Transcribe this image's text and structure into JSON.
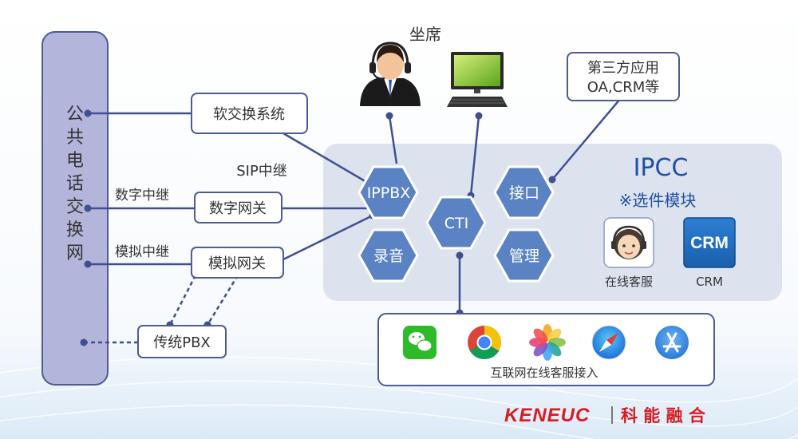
{
  "pstn": {
    "label": "公共电话交换网"
  },
  "boxes": {
    "soft_switch": "软交换系统",
    "digital_gateway": "数字网关",
    "analog_gateway": "模拟网关",
    "legacy_pbx": "传统PBX",
    "third_party_line1": "第三方应用",
    "third_party_line2": "OA,CRM等"
  },
  "labels": {
    "agent": "坐席",
    "sip": "SIP中继",
    "digital_trunk": "数字中继",
    "analog_trunk": "模拟中继"
  },
  "ipcc": {
    "title": "IPCC",
    "subtitle": "※选件模块",
    "modules": [
      {
        "name": "在线客服",
        "icon": "customer-service-headset-icon"
      },
      {
        "name": "CRM",
        "icon": "crm-icon",
        "icon_text": "CRM"
      }
    ]
  },
  "hexes": {
    "ippbx": "IPPBX",
    "cti": "CTI",
    "interface": "接口",
    "recording": "录音",
    "management": "管理"
  },
  "internet": {
    "label": "互联网在线客服接入",
    "icons": [
      "wechat-icon",
      "chrome-icon",
      "photos-icon",
      "safari-icon",
      "app-store-icon"
    ]
  },
  "brand": {
    "name": "KENEUC",
    "chinese": "科 能 融 合"
  },
  "colors": {
    "hex_fill": "#5b83c3",
    "hex_stroke": "#ffffff",
    "line": "#3f4f8f",
    "pstn_fill": "#b3b5db",
    "ipcc_panel": "#dce3ef",
    "box_border": "#4d5b96",
    "brand_red": "#d81c23"
  }
}
